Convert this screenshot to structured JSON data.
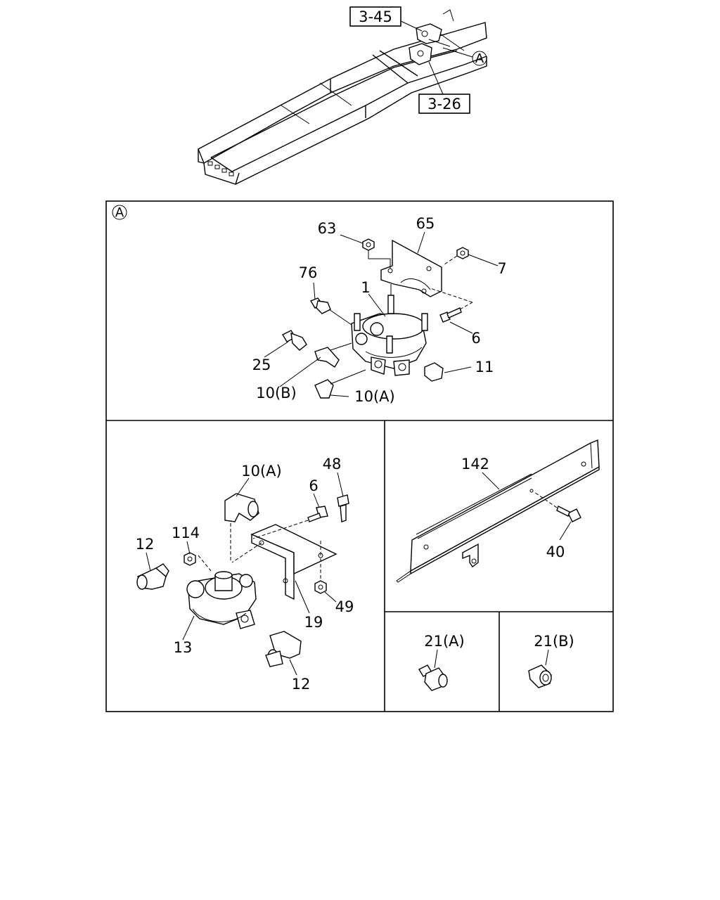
{
  "overview": {
    "ref_top": "3-45",
    "ref_bottom": "3-26",
    "callout": "A"
  },
  "panel_a": {
    "marker": "A",
    "labels": {
      "p63": "63",
      "p65": "65",
      "p7": "7",
      "p76": "76",
      "p1": "1",
      "p6": "6",
      "p25": "25",
      "p11": "11",
      "p10b": "10(B)",
      "p10a": "10(A)"
    }
  },
  "panel_valve": {
    "labels": {
      "p10a": "10(A)",
      "p48": "48",
      "p6": "6",
      "p114": "114",
      "p12a": "12",
      "p12b": "12",
      "p13": "13",
      "p19": "19",
      "p49": "49"
    }
  },
  "panel_bracket": {
    "labels": {
      "p142": "142",
      "p40": "40"
    }
  },
  "panel_21a": {
    "label": "21(A)"
  },
  "panel_21b": {
    "label": "21(B)"
  }
}
